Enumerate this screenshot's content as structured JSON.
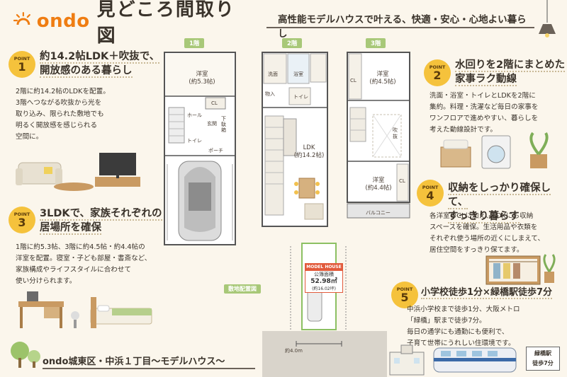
{
  "header": {
    "logo_text": "ondo",
    "title": "見どころ間取り図",
    "tagline": "高性能モデルハウスで叶える、快適・安心・心地よい暮らし"
  },
  "colors": {
    "accent": "#ef7d12",
    "badge": "#f5c23c",
    "floor_tag": "#a8c878",
    "model_red": "#e25a3b"
  },
  "floors": {
    "f1": "1階",
    "f2": "2階",
    "f3": "3階"
  },
  "rooms": {
    "f1_western": "洋室",
    "f1_western_size": "(約5.3帖)",
    "f1_cl": "CL",
    "f1_hall": "ホール",
    "f1_entrance": "玄関",
    "f1_shoebox": "下駄箱",
    "f1_toilet": "トイレ",
    "f1_porch": "ポーチ",
    "f2_wash": "洗面",
    "f2_bath": "浴室",
    "f2_storage": "物入",
    "f2_toilet": "トイレ",
    "f2_ldk": "LDK",
    "f2_ldk_size": "(約14.2帖)",
    "f3_cl_top": "CL",
    "f3_western_top": "洋室",
    "f3_western_top_size": "(約4.5帖)",
    "f3_void": "吹抜",
    "f3_western_bottom": "洋室",
    "f3_western_bottom_size": "(約4.4帖)",
    "f3_cl_bottom": "CL",
    "f3_balcony": "バルコニー"
  },
  "site": {
    "label": "敷地配置図",
    "model_house": "MODEL HOUSE",
    "area_label": "公簿面積",
    "area_m2": "52.98㎡",
    "area_tsubo": "(約16.02坪)",
    "frontage": "約4.0m"
  },
  "points": [
    {
      "label": "POINT",
      "num": "1",
      "title_l1": "約14.2帖LDK＋吹抜で、",
      "title_l2": "開放感のある暮らし",
      "body": [
        "2階に約14.2帖のLDKを配置。",
        "3階へつながる吹抜から光を",
        "取り込み、限られた敷地でも",
        "明るく開放感を感じられる",
        "空間に。"
      ]
    },
    {
      "label": "POINT",
      "num": "2",
      "title_l1": "水回りを2階にまとめた",
      "title_l2": "家事ラク動線",
      "body": [
        "洗面・浴室・トイレとLDKを2階に",
        "集約。料理・洗濯など毎日の家事を",
        "ワンフロアで進めやすい、暮らしを",
        "考えた動線設計です。"
      ]
    },
    {
      "label": "POINT",
      "num": "3",
      "title_l1": "3LDKで、家族それぞれの",
      "title_l2": "居場所を確保",
      "body": [
        "1階に約5.3帖、3階に約4.5帖・約4.4帖の",
        "洋室を配置。寝室・子ども部屋・書斎など、",
        "家族構成やライフスタイルに合わせて",
        "使い分けられます。"
      ]
    },
    {
      "label": "POINT",
      "num": "4",
      "title_l1": "収納をしっかり確保して、",
      "title_l2": "すっきり暮らす",
      "body": [
        "各洋室のCLに加え、LDKにも収納",
        "スペースを確保。生活用品や衣類を",
        "それぞれ使う場所の近くにしまえて、",
        "居住空間をすっきり保てます。"
      ]
    },
    {
      "label": "POINT",
      "num": "5",
      "title_l1": "小学校徒歩1分×緑橋駅徒歩7分",
      "title_l2": "",
      "body": [
        "中浜小学校まで徒歩1分、大阪メトロ",
        "「緑橋」駅まで徒歩7分。",
        "毎日の通学にも通勤にも便利で、",
        "子育て世帯にうれしい住環境です。"
      ]
    }
  ],
  "address": "ondo城東区・中浜１丁目〜モデルハウス〜",
  "station": {
    "name": "緑橋駅",
    "walk": "徒歩7分"
  }
}
